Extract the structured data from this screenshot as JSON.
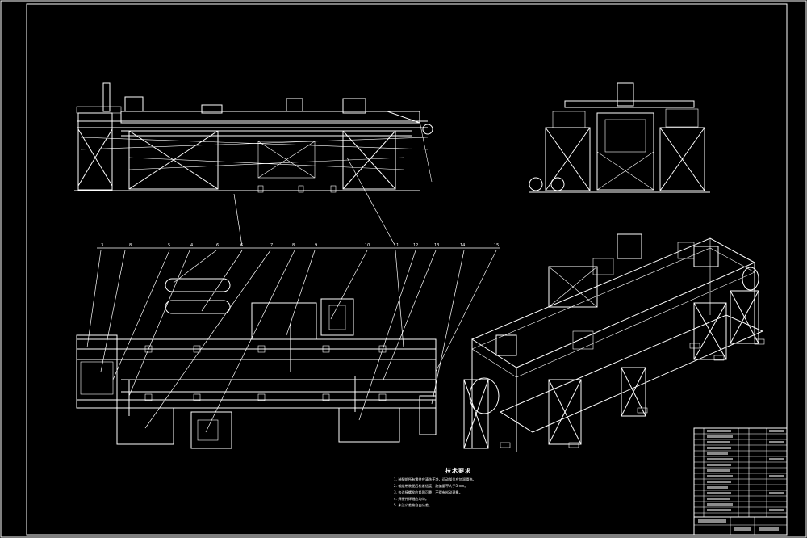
{
  "balloons": [
    "3",
    "8",
    "5",
    "4",
    "6",
    "6",
    "7",
    "8",
    "9",
    "10",
    "11",
    "12",
    "13",
    "14",
    "15"
  ],
  "tech_requirements": {
    "title": "技术要求",
    "notes": [
      "1. 装配前所有零件应清洗干净，运动部位应加润滑油。",
      "2. 输送带装配后松紧适度，跑偏量不大于5mm。",
      "3. 各连接螺栓应紧固可靠，不得有松动现象。",
      "4. 焊接件焊缝应均匀。",
      "5. 未注公差按自由公差。"
    ]
  }
}
